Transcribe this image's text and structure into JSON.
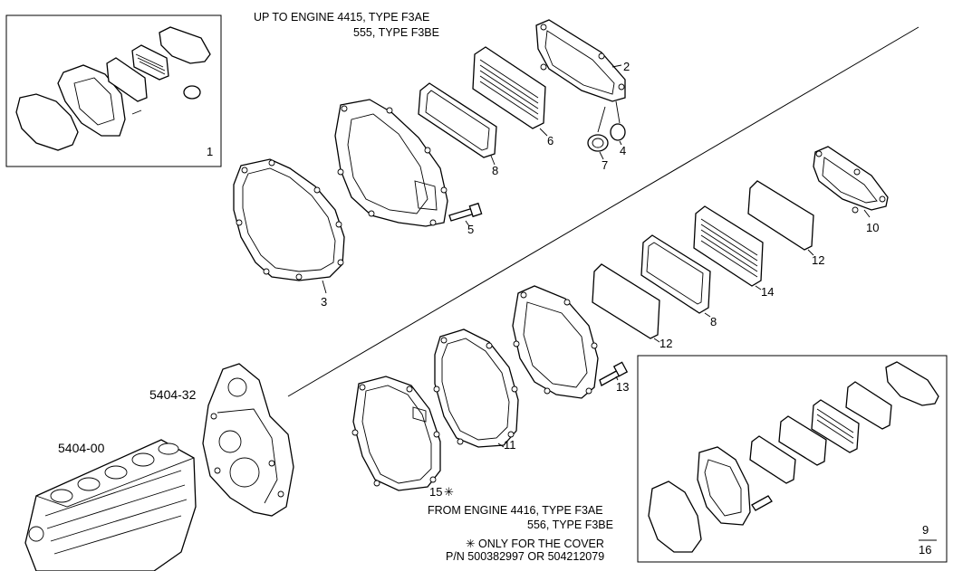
{
  "top_note": {
    "line1": "UP TO ENGINE 4415, TYPE F3AE",
    "line2": "555, TYPE F3BE"
  },
  "bottom_note": {
    "line1": "FROM ENGINE 4416, TYPE F3AE",
    "line2": "556, TYPE F3BE",
    "line3": "ONLY FOR THE COVER",
    "line4": "P/N 500382997 OR 504212079",
    "asterisk": "✳"
  },
  "callouts": {
    "c1": "1",
    "c2": "2",
    "c3": "3",
    "c4": "4",
    "c5": "5",
    "c6": "6",
    "c7": "7",
    "c8": "8",
    "c10": "10",
    "c11": "11",
    "c12a": "12",
    "c12b": "12",
    "c13": "13",
    "c14": "14",
    "c8b": "8",
    "c15": "15"
  },
  "refs": {
    "ref_a": "5404-32",
    "ref_b": "5404-00"
  },
  "page": {
    "num": "9",
    "total": "16"
  }
}
